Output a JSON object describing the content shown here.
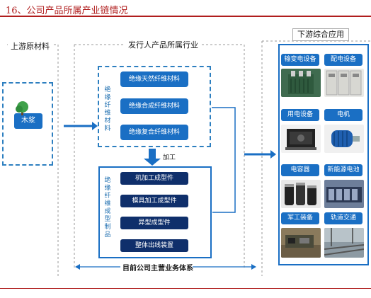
{
  "title": "16、公司产品所属产业链情况",
  "headers": {
    "upstream": "上游原材料",
    "issuer": "发行人产品所属行业",
    "downstream": "下游综合应用"
  },
  "upstream": {
    "item": "木浆"
  },
  "insulation_fiber": {
    "side_label": "绝缘纤维材料",
    "items": [
      "绝缘天然纤维材料",
      "绝缘合成纤维材料",
      "绝缘复合纤维材料"
    ]
  },
  "process_label": "加工",
  "fiber_products": {
    "side_label": "绝缘纤维成型制品",
    "items": [
      "机加工成型件",
      "模具加工成型件",
      "异型成型件",
      "整体出线装置"
    ]
  },
  "downstream_items": [
    {
      "label": "输变电设备",
      "image": "transformer-image"
    },
    {
      "label": "配电设备",
      "image": "switchgear-image"
    },
    {
      "label": "用电设备",
      "image": "generator-image"
    },
    {
      "label": "电机",
      "image": "motor-image"
    },
    {
      "label": "电容器",
      "image": "capacitor-image"
    },
    {
      "label": "新能源电池",
      "image": "battery-image"
    },
    {
      "label": "军工装备",
      "image": "military-image"
    },
    {
      "label": "轨道交通",
      "image": "railway-image"
    }
  ],
  "footer_caption": "目前公司主营业务体系",
  "colors": {
    "accent_red": "#b01d1d",
    "primary_blue": "#1a6fc4",
    "dark_navy": "#0f2f6b",
    "dashed_border": "#2d7fc0"
  }
}
